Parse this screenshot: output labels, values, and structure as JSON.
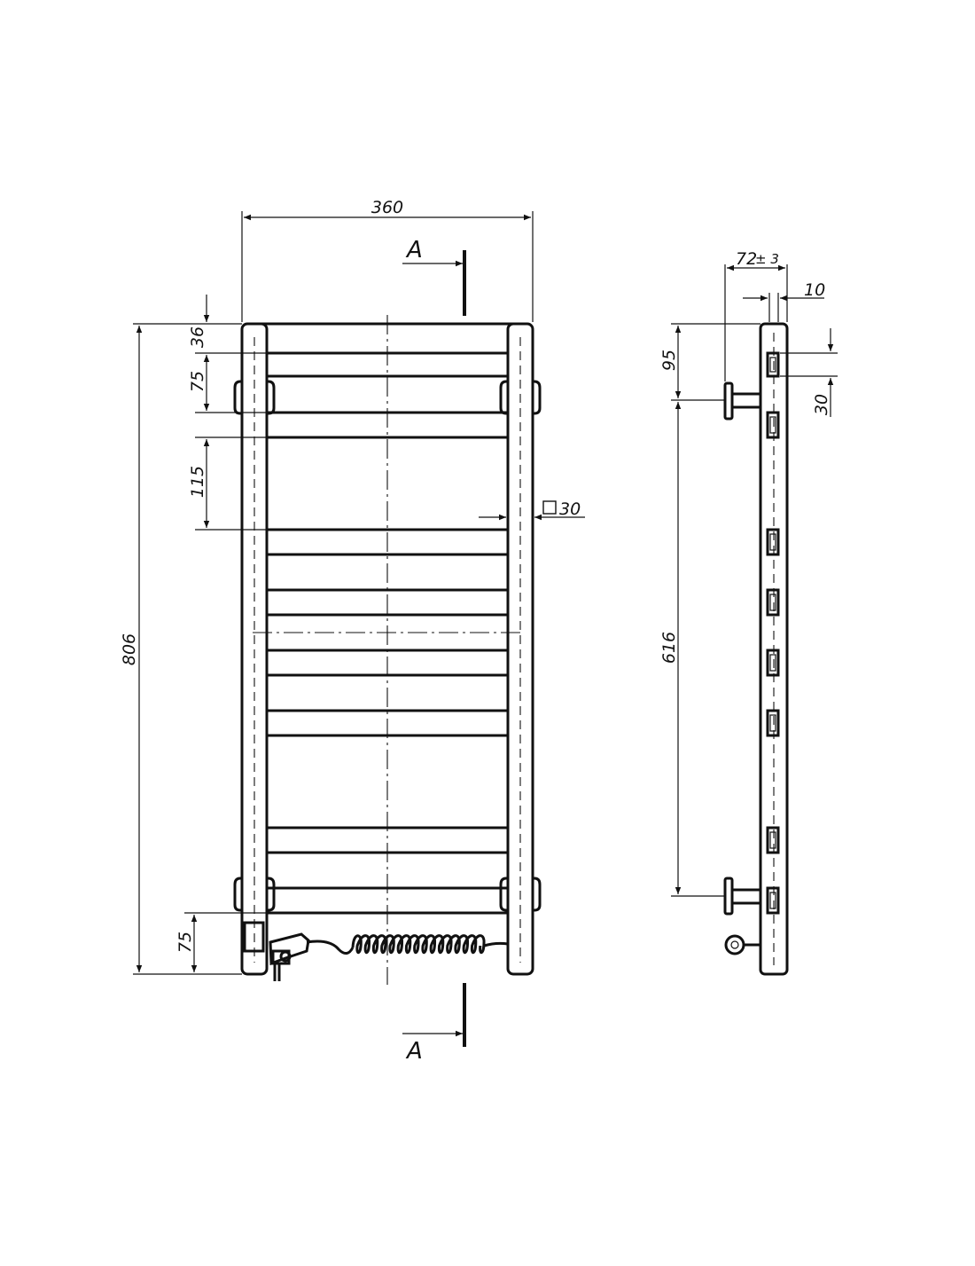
{
  "dimensions": {
    "overall_width": "360",
    "overall_height": "806",
    "top_rail_offset": "36",
    "first_gap": "75",
    "second_gap": "115",
    "tube_square": "30",
    "bottom_offset": "75",
    "wall_depth": "72",
    "wall_depth_tolerance": "± 3",
    "tube_thickness": "10",
    "side_top_offset": "95",
    "side_slot_height": "30",
    "bracket_spacing": "616"
  },
  "section": {
    "top_label": "A",
    "bottom_label": "A"
  },
  "colors": {
    "line": "#111111",
    "background": "#ffffff"
  }
}
